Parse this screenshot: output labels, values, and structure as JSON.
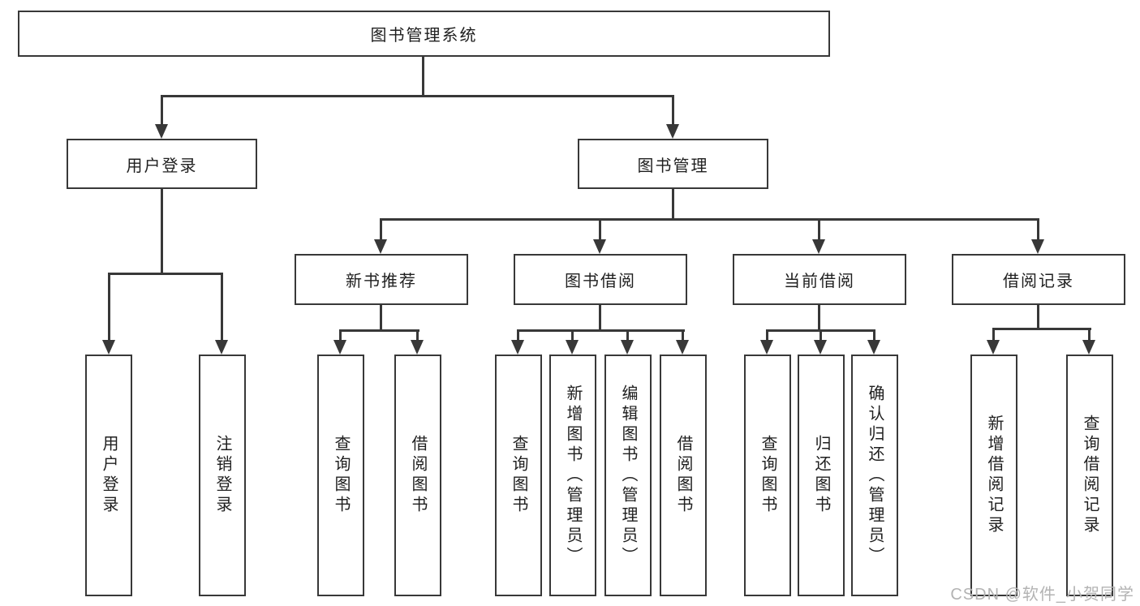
{
  "diagram": {
    "root": {
      "label": "图书管理系统"
    },
    "level2": [
      {
        "label": "用户登录"
      },
      {
        "label": "图书管理"
      }
    ],
    "level3": [
      {
        "label": "新书推荐"
      },
      {
        "label": "图书借阅"
      },
      {
        "label": "当前借阅"
      },
      {
        "label": "借阅记录"
      }
    ],
    "leaves": [
      {
        "label": "用户登录"
      },
      {
        "label": "注销登录"
      },
      {
        "label": "查询图书"
      },
      {
        "label": "借阅图书"
      },
      {
        "label": "查询图书"
      },
      {
        "label": "新增图书（管理员）"
      },
      {
        "label": "编辑图书（管理员）"
      },
      {
        "label": "借阅图书"
      },
      {
        "label": "查询图书"
      },
      {
        "label": "归还图书"
      },
      {
        "label": "确认归还（管理员）"
      },
      {
        "label": "新增借阅记录"
      },
      {
        "label": "查询借阅记录"
      }
    ],
    "watermark": "CSDN @软件_小贺同学",
    "colors": {
      "line": "#383838",
      "text": "#1f1f1f",
      "watermark": "#b3b3b3",
      "background": "#ffffff"
    }
  }
}
